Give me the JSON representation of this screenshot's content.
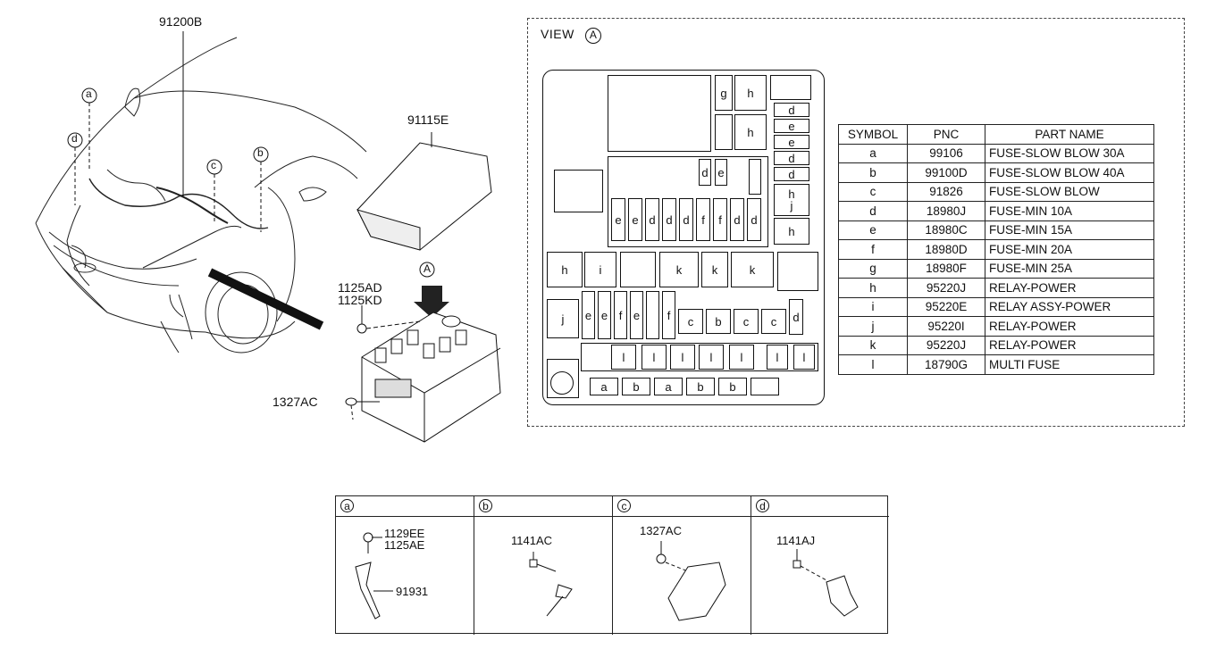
{
  "main_labels": {
    "harness": "91200B",
    "cover": "91115E",
    "bolt_a": "1125AD",
    "bolt_b": "1125KD",
    "nut": "1327AC",
    "arrow_letter": "A"
  },
  "callouts": [
    "a",
    "b",
    "c",
    "d"
  ],
  "view": {
    "title": "VIEW",
    "letter": "A",
    "fuses": {
      "g": "g",
      "h": "h",
      "d": "d",
      "e": "e",
      "f": "f",
      "i": "i",
      "j": "j",
      "k": "k",
      "c": "c",
      "b": "b",
      "a": "a",
      "l": "l"
    }
  },
  "table": {
    "headers": [
      "SYMBOL",
      "PNC",
      "PART NAME"
    ],
    "rows": [
      [
        "a",
        "99106",
        "FUSE-SLOW BLOW 30A"
      ],
      [
        "b",
        "99100D",
        "FUSE-SLOW BLOW 40A"
      ],
      [
        "c",
        "91826",
        "FUSE-SLOW BLOW"
      ],
      [
        "d",
        "18980J",
        "FUSE-MIN 10A"
      ],
      [
        "e",
        "18980C",
        "FUSE-MIN 15A"
      ],
      [
        "f",
        "18980D",
        "FUSE-MIN 20A"
      ],
      [
        "g",
        "18980F",
        "FUSE-MIN 25A"
      ],
      [
        "h",
        "95220J",
        "RELAY-POWER"
      ],
      [
        "i",
        "95220E",
        "RELAY ASSY-POWER"
      ],
      [
        "j",
        "95220I",
        "RELAY-POWER"
      ],
      [
        "k",
        "95220J",
        "RELAY-POWER"
      ],
      [
        "l",
        "18790G",
        "MULTI FUSE"
      ]
    ]
  },
  "details": [
    {
      "letter": "a",
      "parts": [
        "1129EE",
        "1125AE",
        "91931"
      ]
    },
    {
      "letter": "b",
      "parts": [
        "1141AC"
      ]
    },
    {
      "letter": "c",
      "parts": [
        "1327AC"
      ]
    },
    {
      "letter": "d",
      "parts": [
        "1141AJ"
      ]
    }
  ]
}
